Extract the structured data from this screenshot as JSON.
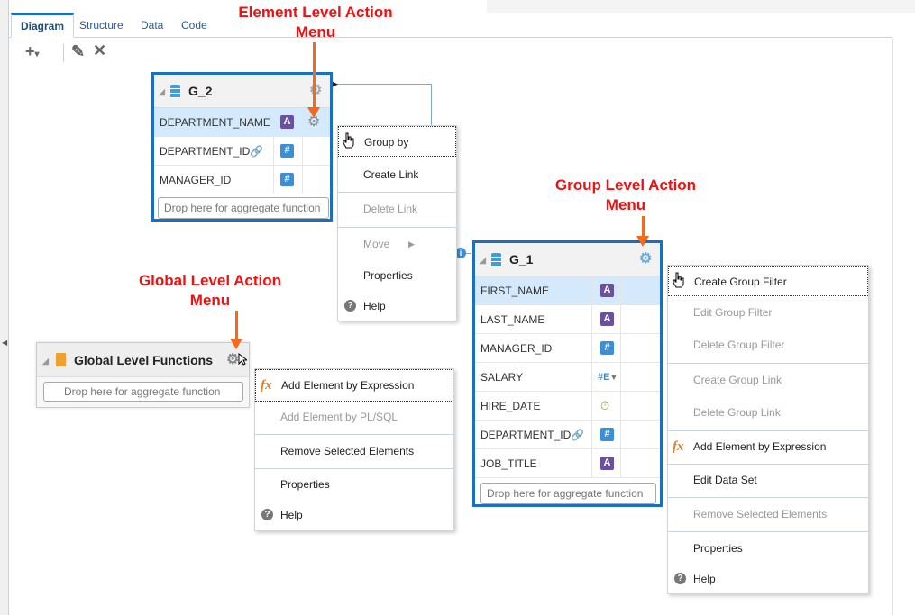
{
  "tabs": [
    {
      "label": "Diagram",
      "active": true
    },
    {
      "label": "Structure"
    },
    {
      "label": "Data"
    },
    {
      "label": "Code"
    }
  ],
  "toolbar": {
    "add_icon": "plus-icon",
    "edit_icon": "pencil-icon",
    "delete_icon": "x-icon"
  },
  "annotations": {
    "element": [
      "Element Level Action",
      "Menu"
    ],
    "group": [
      "Group Level Action",
      "Menu"
    ],
    "global": [
      "Global Level Action",
      "Menu"
    ]
  },
  "g2": {
    "title": "G_2",
    "rows": [
      {
        "name": "DEPARTMENT_NAME",
        "type": "A",
        "selected": true
      },
      {
        "name": "DEPARTMENT_ID",
        "type": "#",
        "link": true
      },
      {
        "name": "MANAGER_ID",
        "type": "#"
      }
    ],
    "drop": "Drop here for aggregate function"
  },
  "g1": {
    "title": "G_1",
    "rows": [
      {
        "name": "FIRST_NAME",
        "type": "A",
        "selected": true
      },
      {
        "name": "LAST_NAME",
        "type": "A"
      },
      {
        "name": "MANAGER_ID",
        "type": "#"
      },
      {
        "name": "SALARY",
        "type": "#E"
      },
      {
        "name": "HIRE_DATE",
        "type": "date"
      },
      {
        "name": "DEPARTMENT_ID",
        "type": "#",
        "link": true
      },
      {
        "name": "JOB_TITLE",
        "type": "A"
      }
    ],
    "drop": "Drop here for aggregate function"
  },
  "global": {
    "title": "Global Level Functions",
    "drop": "Drop here for aggregate function"
  },
  "element_menu": {
    "group_by": "Group by",
    "create_link": "Create Link",
    "delete_link": "Delete Link",
    "move": "Move",
    "properties": "Properties",
    "help": "Help"
  },
  "group_menu": {
    "create_filter": "Create Group Filter",
    "edit_filter": "Edit Group Filter",
    "delete_filter": "Delete Group Filter",
    "create_link": "Create Group Link",
    "delete_link": "Delete Group Link",
    "add_expr": "Add Element by Expression",
    "edit_ds": "Edit Data Set",
    "remove": "Remove Selected Elements",
    "properties": "Properties",
    "help": "Help"
  },
  "global_menu": {
    "add_expr": "Add Element by Expression",
    "add_plsql": "Add Element by PL/SQL",
    "remove": "Remove Selected Elements",
    "properties": "Properties",
    "help": "Help"
  },
  "colors": {
    "accent": "#1a6fc4",
    "annotation": "#ee1111",
    "arrow": "#f26a1b"
  }
}
